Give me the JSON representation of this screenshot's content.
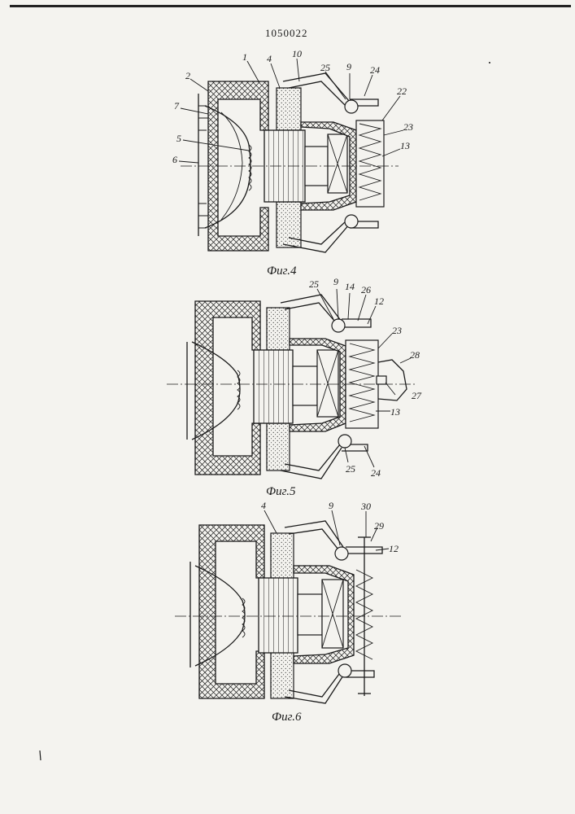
{
  "document": {
    "number": "1050022"
  },
  "figures": [
    {
      "caption": "Фиг.4",
      "callouts": [
        "2",
        "1",
        "4",
        "10",
        "25",
        "9",
        "24",
        "22",
        "7",
        "5",
        "6",
        "23",
        "13"
      ]
    },
    {
      "caption": "Фиг.5",
      "callouts": [
        "25",
        "9",
        "14",
        "26",
        "12",
        "23",
        "28",
        "27",
        "13",
        "25",
        "24"
      ]
    },
    {
      "caption": "Фиг.6",
      "callouts": [
        "4",
        "9",
        "30",
        "29",
        "12"
      ]
    }
  ]
}
